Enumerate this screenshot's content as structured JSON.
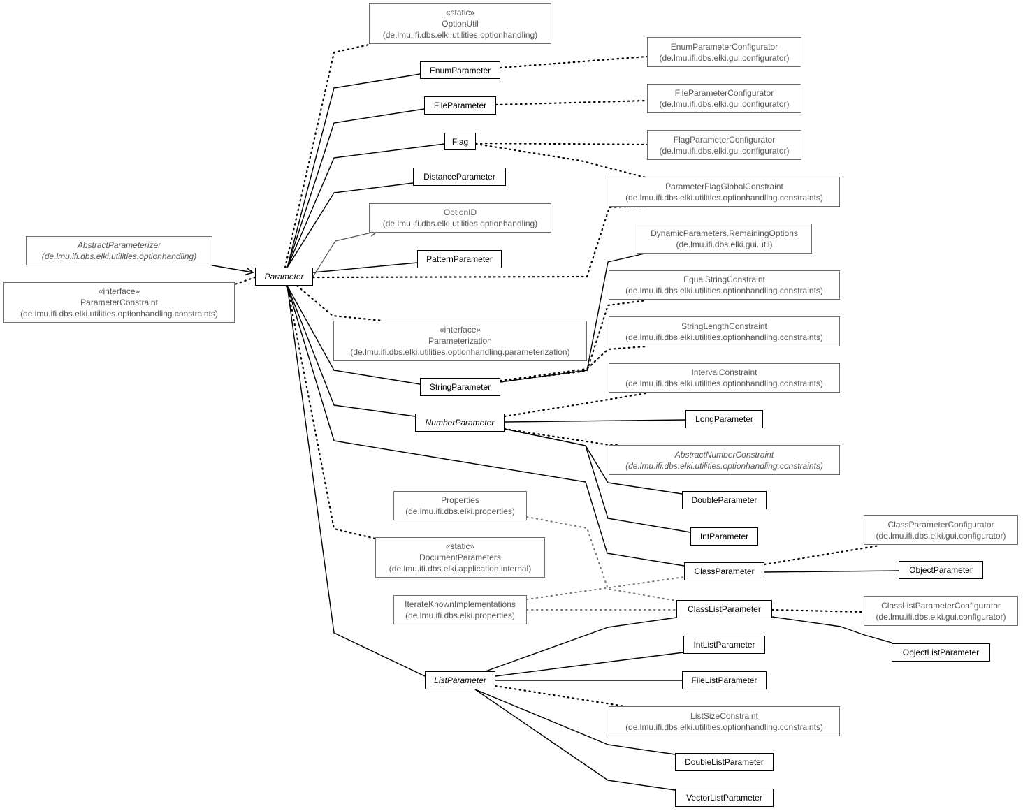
{
  "diagram": {
    "nodes": {
      "option_util": {
        "lines": [
          "«static»",
          "OptionUtil",
          "(de.lmu.ifi.dbs.elki.utilities.optionhandling)"
        ],
        "style": "ext"
      },
      "enum_parameter": {
        "lines": [
          "EnumParameter"
        ],
        "style": "main"
      },
      "enum_parameter_configurator": {
        "lines": [
          "EnumParameterConfigurator",
          "(de.lmu.ifi.dbs.elki.gui.configurator)"
        ],
        "style": "ext"
      },
      "file_parameter": {
        "lines": [
          "FileParameter"
        ],
        "style": "main"
      },
      "file_parameter_configurator": {
        "lines": [
          "FileParameterConfigurator",
          "(de.lmu.ifi.dbs.elki.gui.configurator)"
        ],
        "style": "ext"
      },
      "flag": {
        "lines": [
          "Flag"
        ],
        "style": "main"
      },
      "flag_parameter_configurator": {
        "lines": [
          "FlagParameterConfigurator",
          "(de.lmu.ifi.dbs.elki.gui.configurator)"
        ],
        "style": "ext"
      },
      "distance_parameter": {
        "lines": [
          "DistanceParameter"
        ],
        "style": "main"
      },
      "parameter_flag_global_constraint": {
        "lines": [
          "ParameterFlagGlobalConstraint",
          "(de.lmu.ifi.dbs.elki.utilities.optionhandling.constraints)"
        ],
        "style": "ext"
      },
      "option_id": {
        "lines": [
          "OptionID",
          "(de.lmu.ifi.dbs.elki.utilities.optionhandling)"
        ],
        "style": "ext"
      },
      "dynamic_parameters_remaining_options": {
        "lines": [
          "DynamicParameters.RemainingOptions",
          "(de.lmu.ifi.dbs.elki.gui.util)"
        ],
        "style": "ext"
      },
      "abstract_parameterizer": {
        "lines": [
          "AbstractParameterizer",
          "(de.lmu.ifi.dbs.elki.utilities.optionhandling)"
        ],
        "style": "ext",
        "italic": true
      },
      "pattern_parameter": {
        "lines": [
          "PatternParameter"
        ],
        "style": "main"
      },
      "parameter": {
        "lines": [
          "Parameter"
        ],
        "style": "main",
        "italic": true
      },
      "parameter_constraint": {
        "lines": [
          "«interface»",
          "ParameterConstraint",
          "(de.lmu.ifi.dbs.elki.utilities.optionhandling.constraints)"
        ],
        "style": "ext"
      },
      "equal_string_constraint": {
        "lines": [
          "EqualStringConstraint",
          "(de.lmu.ifi.dbs.elki.utilities.optionhandling.constraints)"
        ],
        "style": "ext"
      },
      "string_length_constraint": {
        "lines": [
          "StringLengthConstraint",
          "(de.lmu.ifi.dbs.elki.utilities.optionhandling.constraints)"
        ],
        "style": "ext"
      },
      "parameterization": {
        "lines": [
          "«interface»",
          "Parameterization",
          "(de.lmu.ifi.dbs.elki.utilities.optionhandling.parameterization)"
        ],
        "style": "ext"
      },
      "interval_constraint": {
        "lines": [
          "IntervalConstraint",
          "(de.lmu.ifi.dbs.elki.utilities.optionhandling.constraints)"
        ],
        "style": "ext"
      },
      "string_parameter": {
        "lines": [
          "StringParameter"
        ],
        "style": "main"
      },
      "long_parameter": {
        "lines": [
          "LongParameter"
        ],
        "style": "main"
      },
      "number_parameter": {
        "lines": [
          "NumberParameter"
        ],
        "style": "main",
        "italic": true
      },
      "abstract_number_constraint": {
        "lines": [
          "AbstractNumberConstraint",
          "(de.lmu.ifi.dbs.elki.utilities.optionhandling.constraints)"
        ],
        "style": "ext",
        "italic": true
      },
      "properties": {
        "lines": [
          "Properties",
          "(de.lmu.ifi.dbs.elki.properties)"
        ],
        "style": "ext"
      },
      "double_parameter": {
        "lines": [
          "DoubleParameter"
        ],
        "style": "main"
      },
      "class_parameter_configurator": {
        "lines": [
          "ClassParameterConfigurator",
          "(de.lmu.ifi.dbs.elki.gui.configurator)"
        ],
        "style": "ext"
      },
      "int_parameter": {
        "lines": [
          "IntParameter"
        ],
        "style": "main"
      },
      "document_parameters": {
        "lines": [
          "«static»",
          "DocumentParameters",
          "(de.lmu.ifi.dbs.elki.application.internal)"
        ],
        "style": "ext"
      },
      "class_parameter": {
        "lines": [
          "ClassParameter"
        ],
        "style": "main"
      },
      "object_parameter": {
        "lines": [
          "ObjectParameter"
        ],
        "style": "main"
      },
      "iterate_known_implementations": {
        "lines": [
          "IterateKnownImplementations",
          "(de.lmu.ifi.dbs.elki.properties)"
        ],
        "style": "ext"
      },
      "class_list_parameter": {
        "lines": [
          "ClassListParameter"
        ],
        "style": "main"
      },
      "class_list_parameter_configurator": {
        "lines": [
          "ClassListParameterConfigurator",
          "(de.lmu.ifi.dbs.elki.gui.configurator)"
        ],
        "style": "ext"
      },
      "int_list_parameter": {
        "lines": [
          "IntListParameter"
        ],
        "style": "main"
      },
      "object_list_parameter": {
        "lines": [
          "ObjectListParameter"
        ],
        "style": "main"
      },
      "list_parameter": {
        "lines": [
          "ListParameter"
        ],
        "style": "main",
        "italic": true
      },
      "file_list_parameter": {
        "lines": [
          "FileListParameter"
        ],
        "style": "main"
      },
      "list_size_constraint": {
        "lines": [
          "ListSizeConstraint",
          "(de.lmu.ifi.dbs.elki.utilities.optionhandling.constraints)"
        ],
        "style": "ext"
      },
      "double_list_parameter": {
        "lines": [
          "DoubleListParameter"
        ],
        "style": "main"
      },
      "vector_list_parameter": {
        "lines": [
          "VectorListParameter"
        ],
        "style": "main"
      }
    },
    "edges": [
      {
        "from": "abstract_parameterizer",
        "to": "parameter",
        "kind": "association"
      },
      {
        "from": "parameter",
        "to": "option_id",
        "kind": "association-gray"
      },
      {
        "from": "parameter",
        "to": "option_util",
        "kind": "dependency"
      },
      {
        "from": "parameter",
        "to": "parameter_constraint",
        "kind": "dependency"
      },
      {
        "from": "parameter",
        "to": "parameterization",
        "kind": "dependency"
      },
      {
        "from": "parameter",
        "to": "document_parameters",
        "kind": "dependency"
      },
      {
        "from": "parameter",
        "to": "parameter_flag_global_constraint",
        "kind": "dependency"
      },
      {
        "from": "enum_parameter",
        "to": "parameter",
        "kind": "generalization"
      },
      {
        "from": "file_parameter",
        "to": "parameter",
        "kind": "generalization"
      },
      {
        "from": "flag",
        "to": "parameter",
        "kind": "generalization"
      },
      {
        "from": "distance_parameter",
        "to": "parameter",
        "kind": "generalization"
      },
      {
        "from": "pattern_parameter",
        "to": "parameter",
        "kind": "generalization"
      },
      {
        "from": "string_parameter",
        "to": "parameter",
        "kind": "generalization"
      },
      {
        "from": "number_parameter",
        "to": "parameter",
        "kind": "generalization"
      },
      {
        "from": "class_parameter",
        "to": "parameter",
        "kind": "generalization"
      },
      {
        "from": "list_parameter",
        "to": "parameter",
        "kind": "generalization"
      },
      {
        "from": "enum_parameter",
        "to": "enum_parameter_configurator",
        "kind": "dependency"
      },
      {
        "from": "file_parameter",
        "to": "file_parameter_configurator",
        "kind": "dependency"
      },
      {
        "from": "flag",
        "to": "flag_parameter_configurator",
        "kind": "dependency"
      },
      {
        "from": "flag",
        "to": "parameter_flag_global_constraint",
        "kind": "dependency"
      },
      {
        "from": "string_parameter",
        "to": "dynamic_parameters_remaining_options",
        "kind": "generalization"
      },
      {
        "from": "string_parameter",
        "to": "equal_string_constraint",
        "kind": "dependency"
      },
      {
        "from": "string_parameter",
        "to": "string_length_constraint",
        "kind": "dependency"
      },
      {
        "from": "number_parameter",
        "to": "interval_constraint",
        "kind": "dependency"
      },
      {
        "from": "number_parameter",
        "to": "abstract_number_constraint",
        "kind": "dependency"
      },
      {
        "from": "long_parameter",
        "to": "number_parameter",
        "kind": "generalization"
      },
      {
        "from": "double_parameter",
        "to": "number_parameter",
        "kind": "generalization"
      },
      {
        "from": "int_parameter",
        "to": "number_parameter",
        "kind": "generalization"
      },
      {
        "from": "class_parameter",
        "to": "class_parameter_configurator",
        "kind": "dependency"
      },
      {
        "from": "object_parameter",
        "to": "class_parameter",
        "kind": "generalization"
      },
      {
        "from": "iterate_known_implementations",
        "to": "class_parameter",
        "kind": "dependency-gray"
      },
      {
        "from": "iterate_known_implementations",
        "to": "class_list_parameter",
        "kind": "dependency-gray"
      },
      {
        "from": "properties",
        "to": "class_list_parameter",
        "kind": "dependency-gray"
      },
      {
        "from": "class_list_parameter",
        "to": "class_list_parameter_configurator",
        "kind": "dependency"
      },
      {
        "from": "object_list_parameter",
        "to": "class_list_parameter",
        "kind": "generalization"
      },
      {
        "from": "class_list_parameter",
        "to": "list_parameter",
        "kind": "generalization"
      },
      {
        "from": "int_list_parameter",
        "to": "list_parameter",
        "kind": "generalization"
      },
      {
        "from": "file_list_parameter",
        "to": "list_parameter",
        "kind": "generalization"
      },
      {
        "from": "list_parameter",
        "to": "list_size_constraint",
        "kind": "dependency"
      },
      {
        "from": "double_list_parameter",
        "to": "list_parameter",
        "kind": "generalization"
      },
      {
        "from": "vector_list_parameter",
        "to": "list_parameter",
        "kind": "generalization"
      }
    ]
  }
}
